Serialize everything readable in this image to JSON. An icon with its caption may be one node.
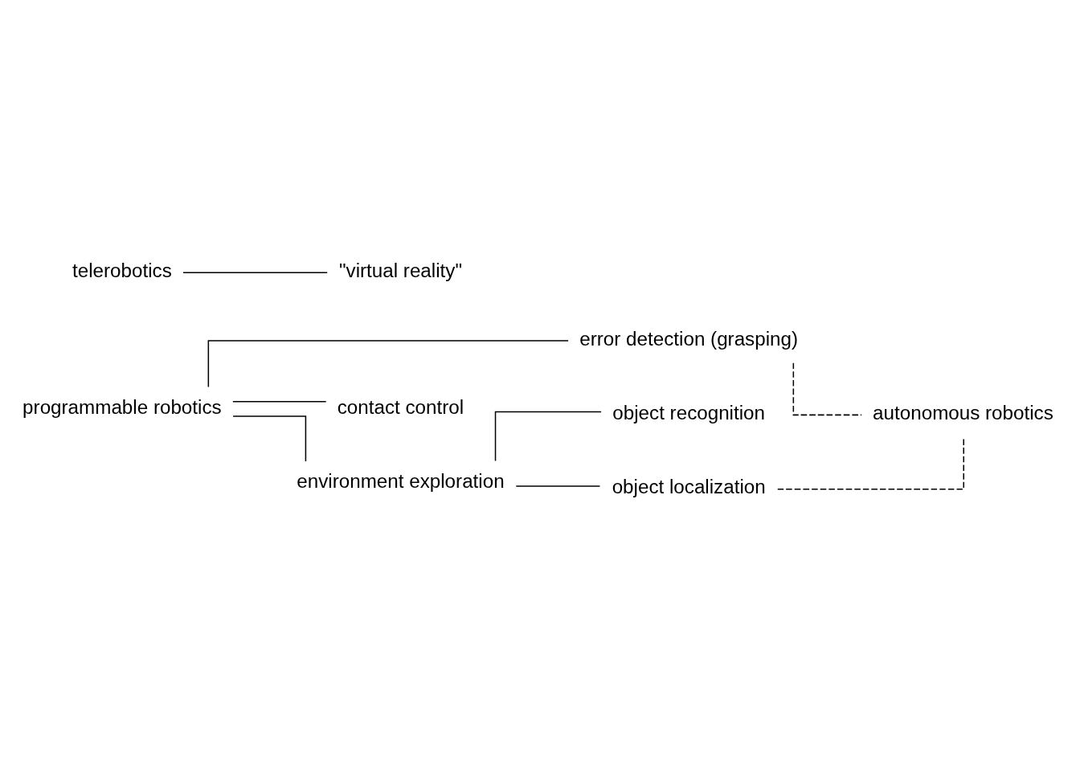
{
  "diagram": {
    "nodes": [
      {
        "text": [
          "programmable robotics"
        ]
      },
      {
        "text": [
          "error detection (grasping)"
        ]
      },
      {
        "text": [
          "contact control"
        ]
      },
      {
        "text": [
          "environment exploration"
        ]
      },
      {
        "text": [
          "object recognition"
        ]
      },
      {
        "text": [
          "object localization"
        ]
      },
      {
        "text": [
          "autonomous robotics"
        ]
      },
      {
        "text": [
          "telerobotics"
        ]
      },
      {
        "text": [
          "\"virtual reality\""
        ]
      }
    ],
    "edges": [
      {
        "from": 0,
        "to": 1,
        "arrow": "none"
      },
      {
        "from": 0,
        "to": 2,
        "arrow": "none"
      },
      {
        "from": 0,
        "to": 3,
        "arrow": "none"
      },
      {
        "from": 3,
        "to": 4,
        "arrow": "none"
      },
      {
        "from": 3,
        "to": 5,
        "arrow": "none"
      },
      {
        "from": 1,
        "to": 6,
        "arrow": "none",
        "style": "dashed"
      },
      {
        "from": 5,
        "to": 6,
        "arrow": "none",
        "style": "dashed"
      },
      {
        "from": 7,
        "to": 8,
        "arrow": "none"
      }
    ]
  }
}
